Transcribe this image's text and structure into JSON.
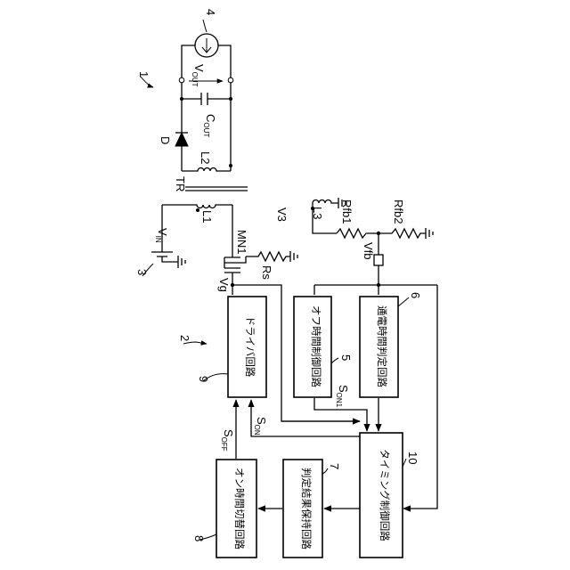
{
  "reference_numerals": {
    "n1": "1",
    "n2": "2",
    "n3": "3",
    "n4": "4",
    "n5": "5",
    "n6": "6",
    "n7": "7",
    "n8": "8",
    "n9": "9",
    "n10": "10"
  },
  "components": {
    "tr": "TR",
    "l1": "L1",
    "l2": "L2",
    "l3": "L3",
    "d": "D",
    "cout_main": "C",
    "cout_sub": "OUT",
    "vout_main": "V",
    "vout_sub": "OUT",
    "vin_main": "V",
    "vin_sub": "IN",
    "mn1": "MN1",
    "rs": "Rs",
    "vg": "Vg",
    "v3": "V3",
    "rfb1": "Rfb1",
    "rfb2": "Rfb2",
    "vfb": "Vfb"
  },
  "blocks": {
    "driver": "ドライバ回路",
    "off_time": "オフ時間制御回路",
    "conduction": "通電時間判定回路",
    "timing": "タイミング制御回路",
    "result_hold": "判定結果保持回路",
    "on_time_switch": "オン時間切替回路"
  },
  "signals": {
    "s_off_main": "S",
    "s_off_sub": "OFF",
    "s_on_main": "S",
    "s_on_sub": "ON",
    "s_on1_main": "S",
    "s_on1_sub": "ON1"
  }
}
